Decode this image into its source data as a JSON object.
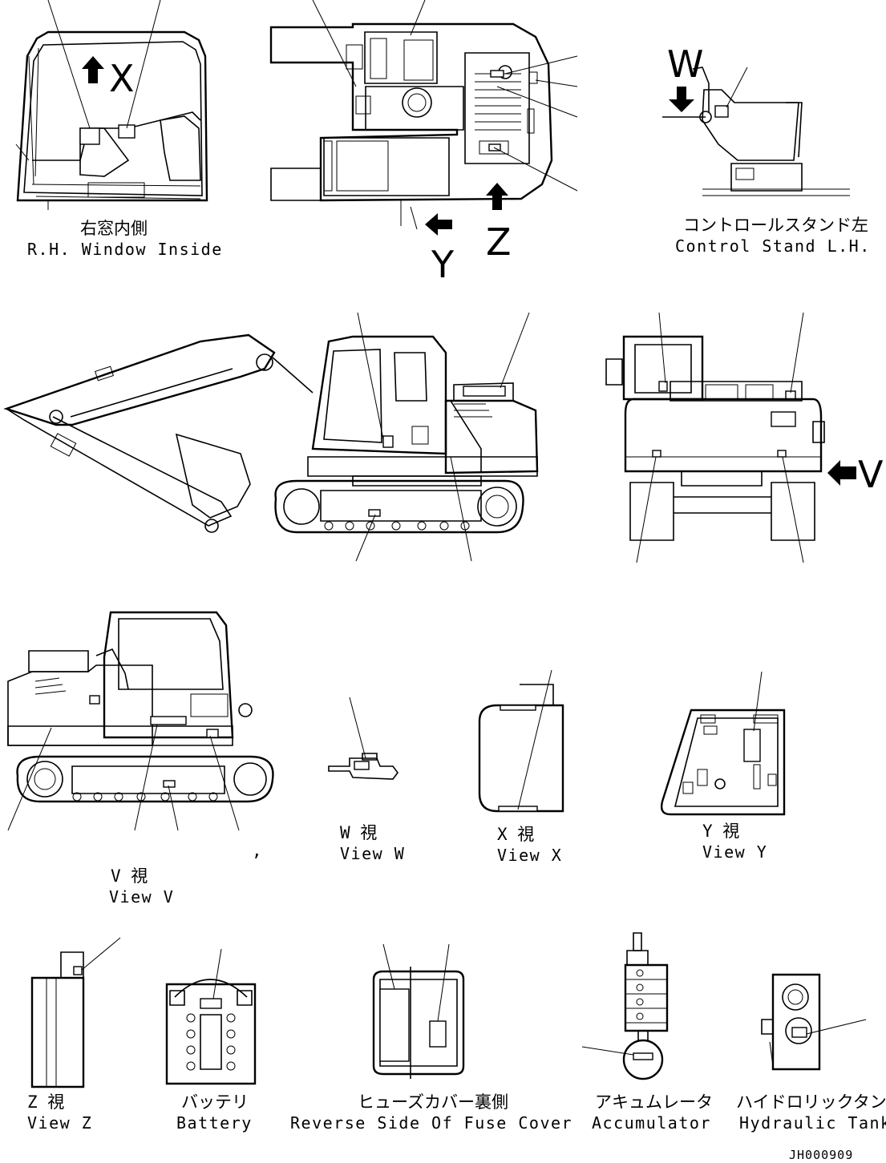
{
  "views": {
    "rh_window": {
      "jp": "右窓内側",
      "en": "R.H. Window Inside",
      "arrow": "X"
    },
    "top": {
      "arrow_y": "Y",
      "arrow_z": "Z"
    },
    "control_stand": {
      "jp": "コントロールスタンド左",
      "en": "Control Stand L.H.",
      "arrow": "W"
    },
    "rear": {
      "arrow": "V"
    },
    "view_v": {
      "jp": "V 視",
      "en": "View V"
    },
    "view_w": {
      "jp": "W 視",
      "en": "View W"
    },
    "view_x": {
      "jp": "X 視",
      "en": "View X"
    },
    "view_y": {
      "jp": "Y 視",
      "en": "View Y"
    },
    "view_z": {
      "jp": "Z 視",
      "en": "View Z"
    },
    "battery": {
      "jp": "バッテリ",
      "en": "Battery"
    },
    "fuse_cover": {
      "jp": "ヒューズカバー裏側",
      "en": "Reverse Side Of Fuse Cover"
    },
    "accumulator": {
      "jp": "アキュムレータ",
      "en": "Accumulator"
    },
    "hydraulic_tank": {
      "jp": "ハイドロリックタンク",
      "en": "Hydraulic Tank"
    }
  },
  "stray_mark": ",",
  "drawing_code": "JH000909",
  "icons": [
    "pointer-arrow-icon"
  ]
}
